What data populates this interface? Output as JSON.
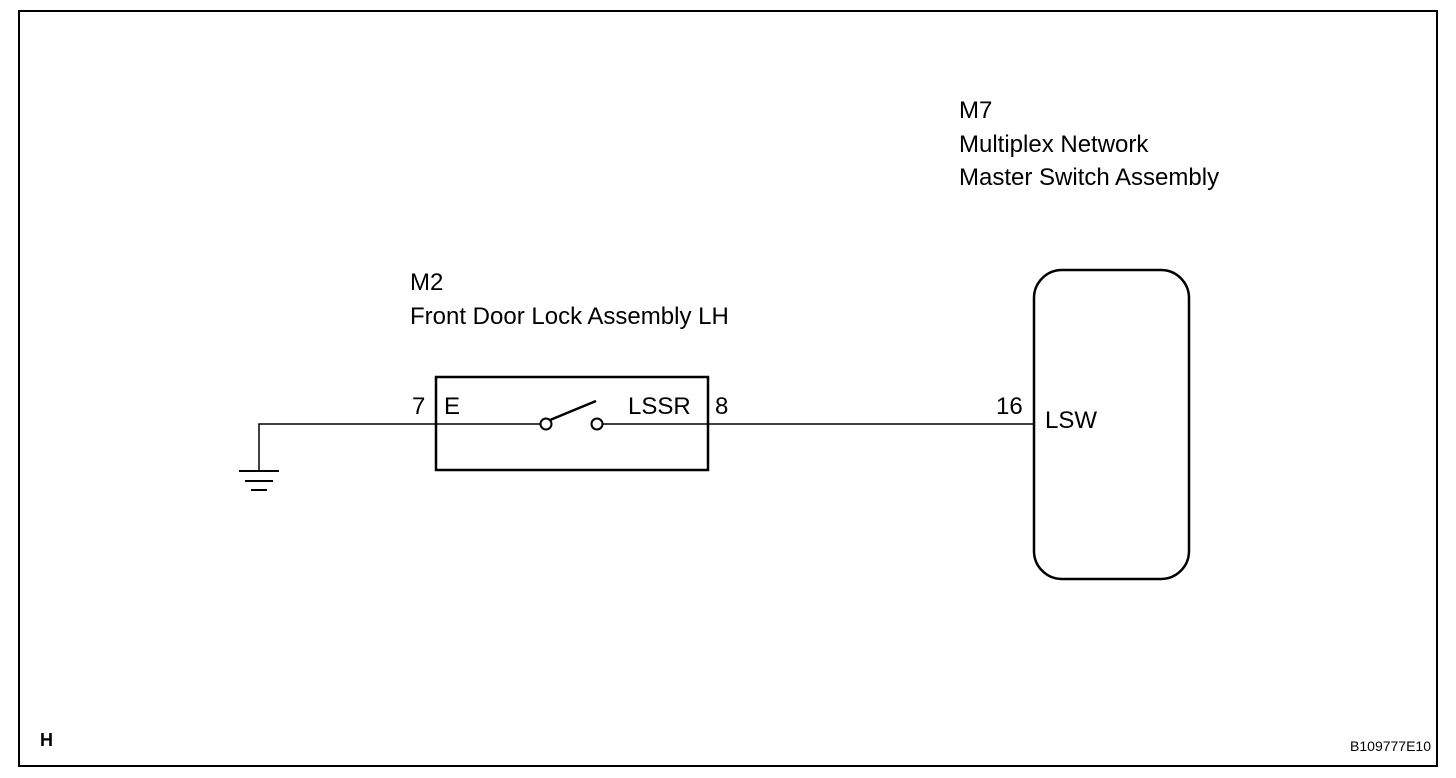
{
  "components": {
    "m7": {
      "code": "M7",
      "name_line1": "Multiplex Network",
      "name_line2": "Master Switch Assembly",
      "pin_number": "16",
      "pin_name": "LSW"
    },
    "m2": {
      "code": "M2",
      "name": "Front Door Lock Assembly LH",
      "left_pin_number": "7",
      "left_pin_name": "E",
      "right_pin_name": "LSSR",
      "right_pin_number": "8"
    }
  },
  "footer": {
    "corner_letter": "H",
    "figure_code": "B109777E10"
  },
  "colors": {
    "line": "#000000",
    "background": "#ffffff"
  }
}
